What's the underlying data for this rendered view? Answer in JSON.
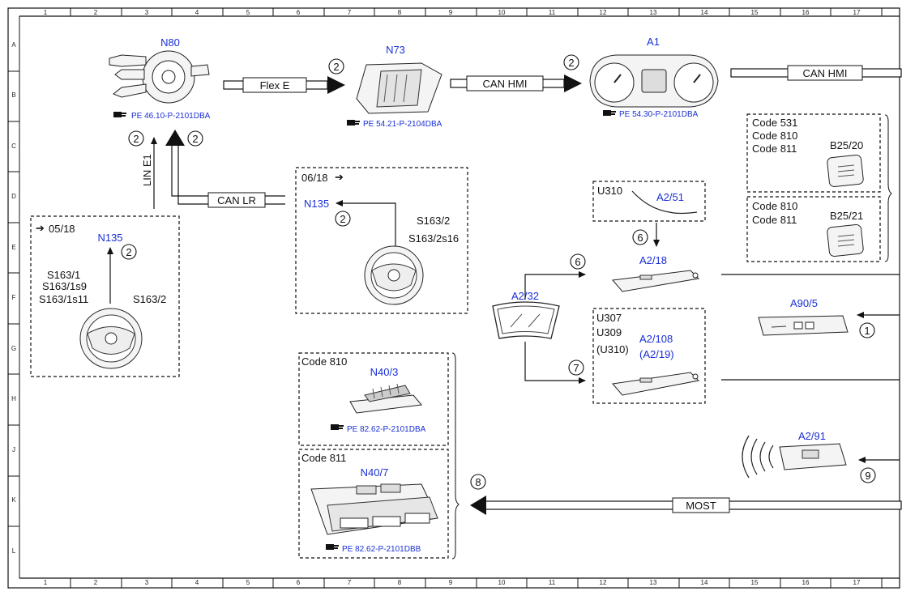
{
  "grid": {
    "cols": [
      "1",
      "2",
      "3",
      "4",
      "5",
      "6",
      "7",
      "8",
      "9",
      "10",
      "11",
      "12",
      "13",
      "14",
      "15",
      "16",
      "17"
    ],
    "rows": [
      "A",
      "B",
      "C",
      "D",
      "E",
      "F",
      "G",
      "H",
      "J",
      "K",
      "L"
    ]
  },
  "components": {
    "n80": {
      "id": "N80",
      "ref": "PE 46.10-P-2101DBA"
    },
    "n73": {
      "id": "N73",
      "ref": "PE 54.21-P-2104DBA"
    },
    "a1": {
      "id": "A1",
      "ref": "PE 54.30-P-2101DBA"
    },
    "n135_left": {
      "id": "N135",
      "date": "05/18",
      "switches": [
        "S163/1",
        "S163/1s9",
        "S163/1s11"
      ],
      "switch_right": "S163/2"
    },
    "n135_mid": {
      "id": "N135",
      "date": "06/18",
      "switch1": "S163/2",
      "switch2": "S163/2s16"
    },
    "b25_20": {
      "id": "B25/20",
      "codes": [
        "Code 531",
        "Code 810",
        "Code 811"
      ]
    },
    "b25_21": {
      "id": "B25/21",
      "codes": [
        "Code 810",
        "Code 811"
      ]
    },
    "a2_51": {
      "id": "A2/51",
      "code": "U310"
    },
    "a2_18": {
      "id": "A2/18"
    },
    "a2_32": {
      "id": "A2/32"
    },
    "a2_108": {
      "id": "A2/108",
      "id2": "(A2/19)",
      "codes": [
        "U307",
        "U309",
        "(U310)"
      ]
    },
    "a90_5": {
      "id": "A90/5"
    },
    "a2_91": {
      "id": "A2/91"
    },
    "n40_3": {
      "id": "N40/3",
      "code": "Code 810",
      "ref": "PE 82.62-P-2101DBA"
    },
    "n40_7": {
      "id": "N40/7",
      "code": "Code 811",
      "ref": "PE 82.62-P-2101DBB"
    }
  },
  "buses": {
    "flex_e": "Flex E",
    "can_hmi_1": "CAN HMI",
    "can_hmi_2": "CAN HMI",
    "lin_e1": "LIN E1",
    "can_lr": "CAN LR",
    "most": "MOST"
  },
  "markers": [
    "1",
    "2",
    "6",
    "7",
    "8",
    "9"
  ]
}
